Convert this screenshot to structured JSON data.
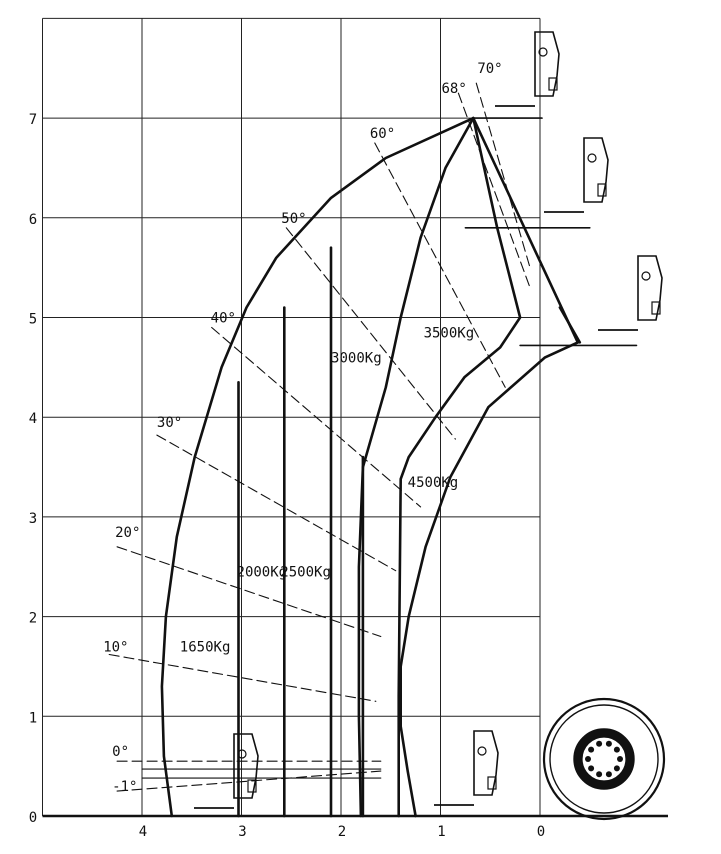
{
  "chart_data": {
    "type": "diagram",
    "x_ticks": [
      "4",
      "3",
      "2",
      "1",
      "0"
    ],
    "y_ticks": [
      "0",
      "1",
      "2",
      "3",
      "4",
      "5",
      "6",
      "7"
    ],
    "x_range_m": [
      0,
      5
    ],
    "y_range_m": [
      0,
      8
    ],
    "grid": true,
    "angle_labels": [
      {
        "text": "70°",
        "x": 0.63,
        "y": 7.45
      },
      {
        "text": "68°",
        "x": 0.99,
        "y": 7.25
      },
      {
        "text": "60°",
        "x": 1.71,
        "y": 6.8
      },
      {
        "text": "50°",
        "x": 2.6,
        "y": 5.95
      },
      {
        "text": "40°",
        "x": 3.31,
        "y": 4.95
      },
      {
        "text": "30°",
        "x": 3.85,
        "y": 3.9
      },
      {
        "text": "20°",
        "x": 4.27,
        "y": 2.8
      },
      {
        "text": "10°",
        "x": 4.39,
        "y": 1.65
      },
      {
        "text": "0°",
        "x": 4.3,
        "y": 0.6
      },
      {
        "text": "-1°",
        "x": 4.3,
        "y": 0.25
      }
    ],
    "load_labels": [
      {
        "text": "3500Kg",
        "x": 1.17,
        "y": 4.8
      },
      {
        "text": "3000Kg",
        "x": 2.1,
        "y": 4.55
      },
      {
        "text": "4500Kg",
        "x": 1.33,
        "y": 3.3
      },
      {
        "text": "2000Kg",
        "x": 3.05,
        "y": 2.4
      },
      {
        "text": "2500Kg",
        "x": 2.61,
        "y": 2.4
      },
      {
        "text": "1650Kg",
        "x": 3.62,
        "y": 1.65
      }
    ]
  }
}
